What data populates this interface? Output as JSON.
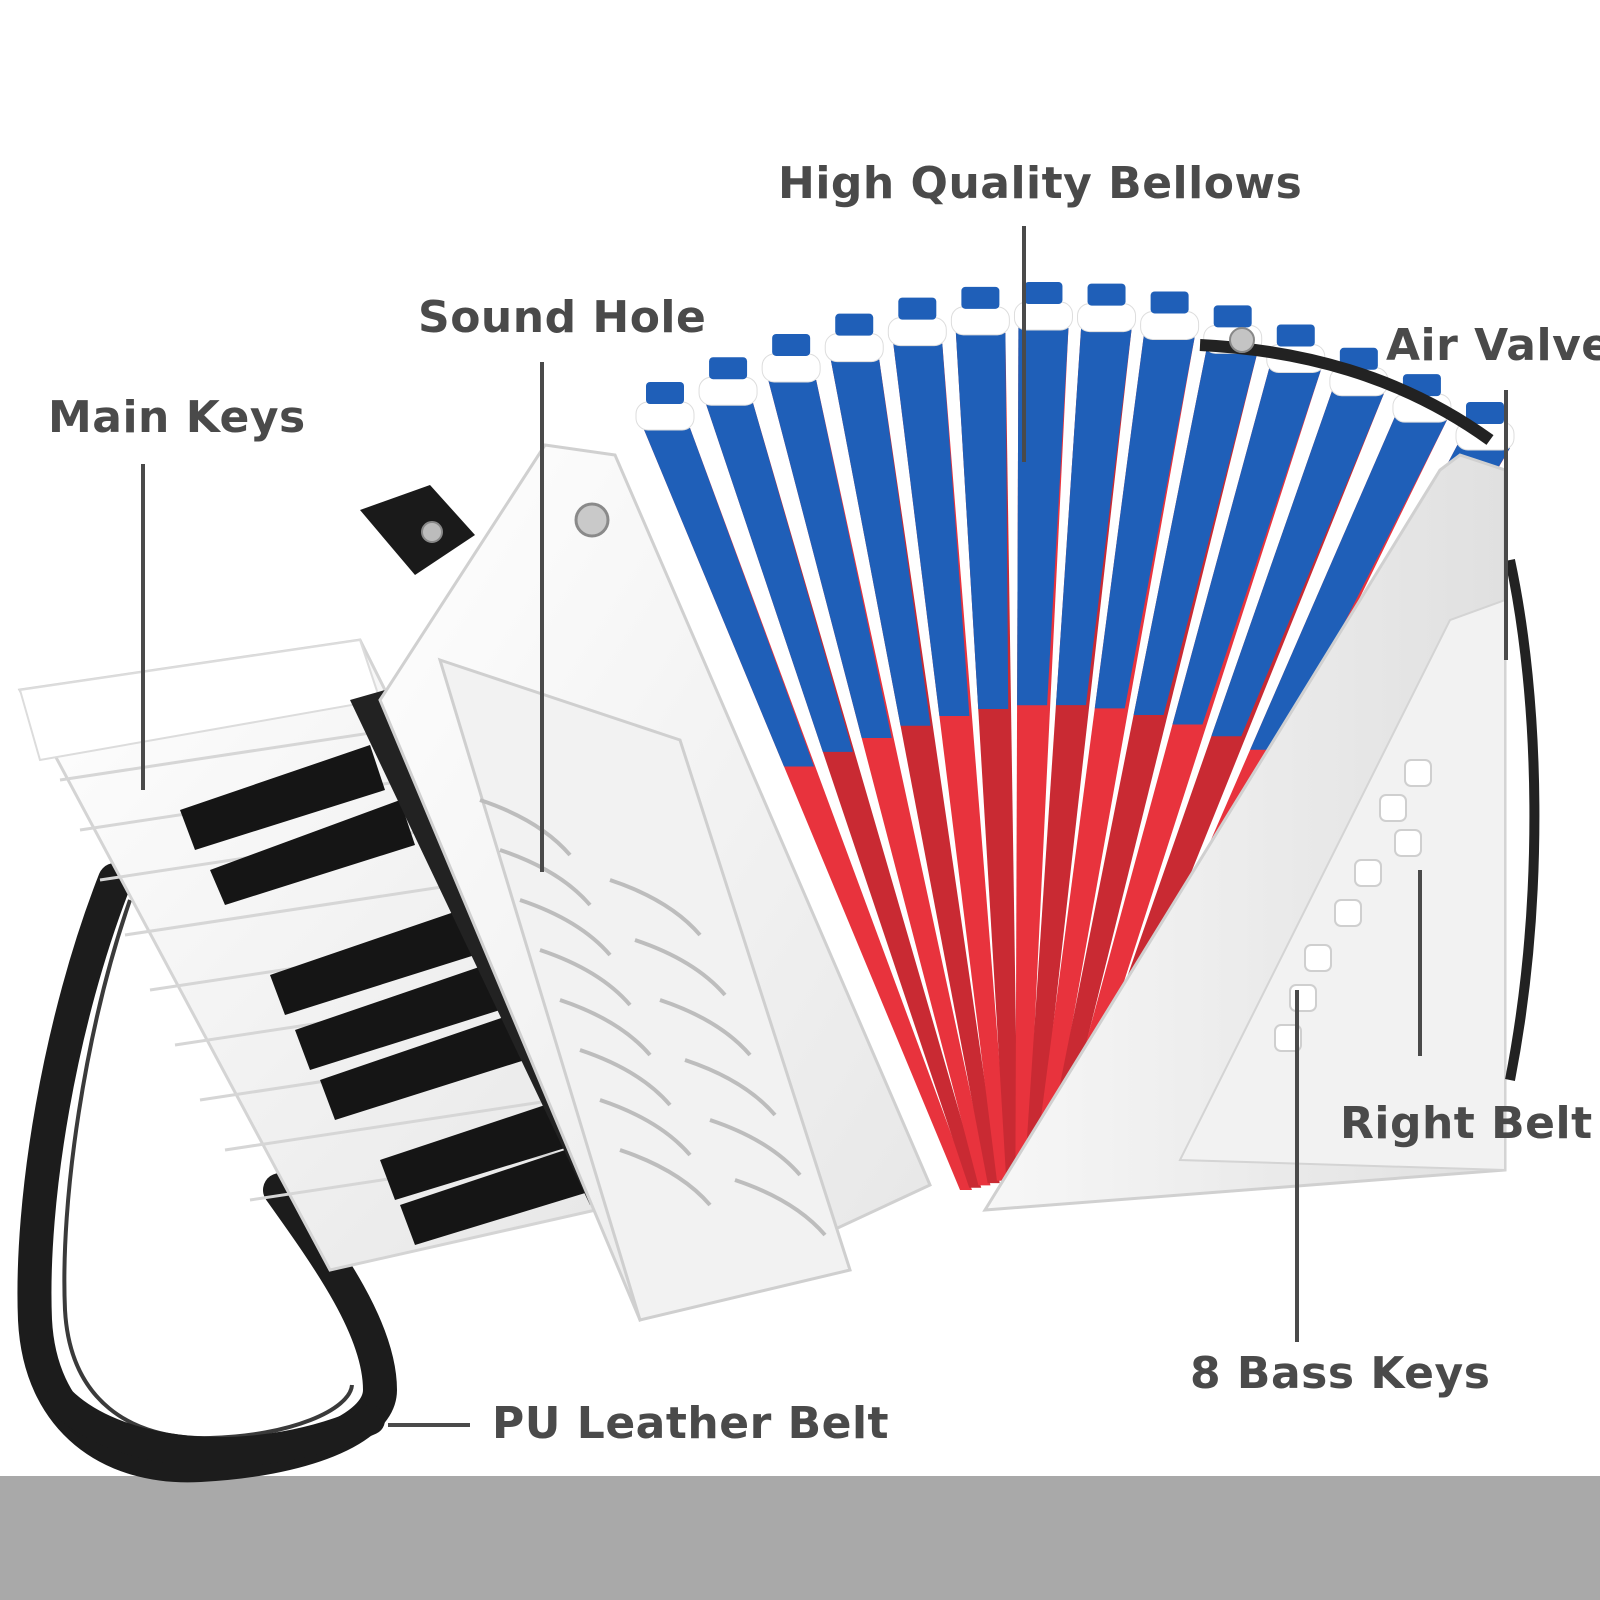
{
  "labels": {
    "high_quality_bellows": "High Quality Bellows",
    "sound_hole": "Sound Hole",
    "air_valve": "Air Valve",
    "main_keys": "Main Keys",
    "right_belt": "Right Belt",
    "bass_keys": "8 Bass Keys",
    "pu_leather_belt": "PU Leather Belt"
  },
  "colors": {
    "label_text": "#4a4a4a",
    "body": "#f4f4f4",
    "bellows_blue": "#1f5fb8",
    "bellows_red": "#e8333d",
    "bellows_white": "#ffffff",
    "strap": "#1c1c1c",
    "floor": "#a9a9a9"
  }
}
